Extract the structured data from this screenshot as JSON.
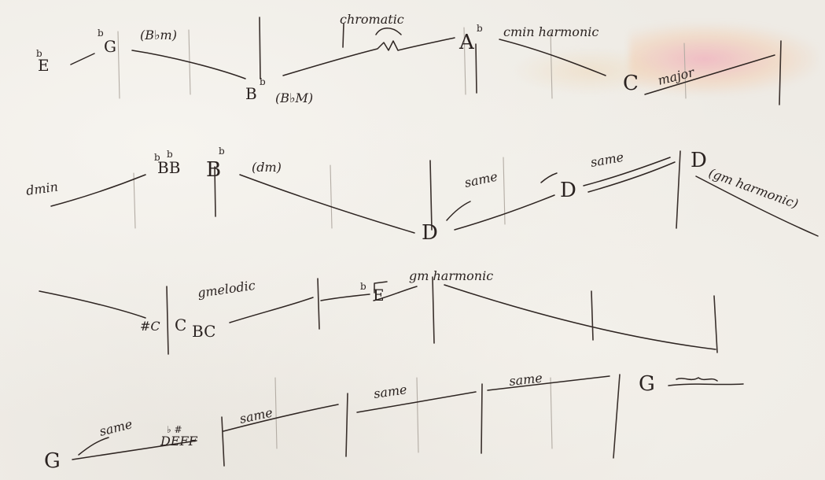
{
  "row1": {
    "e_flat": "E",
    "flat": "b",
    "g_flat": "G",
    "g_chord": "(B♭m)",
    "b_flat": "B",
    "b_chord": "(B♭M)",
    "chromatic": "chromatic",
    "a_flat": "A",
    "c_min": "cmin harmonic",
    "c": "C",
    "c_major": "major"
  },
  "row2": {
    "d_min": "dmin",
    "bbb": "BB",
    "b_flat": "B",
    "b_chord": "(dm)",
    "d_low": "D",
    "same1": "same",
    "d_mid": "D",
    "same2": "same",
    "d_high": "D",
    "g_harm": "(gm harmonic)"
  },
  "row3": {
    "sharp_c": "#C",
    "cbc": "C",
    "bc": "BC",
    "gmelodic": "gmelodic",
    "e_flat": "E",
    "gm_harm": "gm harmonic"
  },
  "row4": {
    "g_start": "G",
    "same1": "same",
    "notes": "DEFF",
    "accidentals": "♭  #",
    "same2": "same",
    "same3": "same",
    "same4": "same",
    "g_end": "G"
  }
}
